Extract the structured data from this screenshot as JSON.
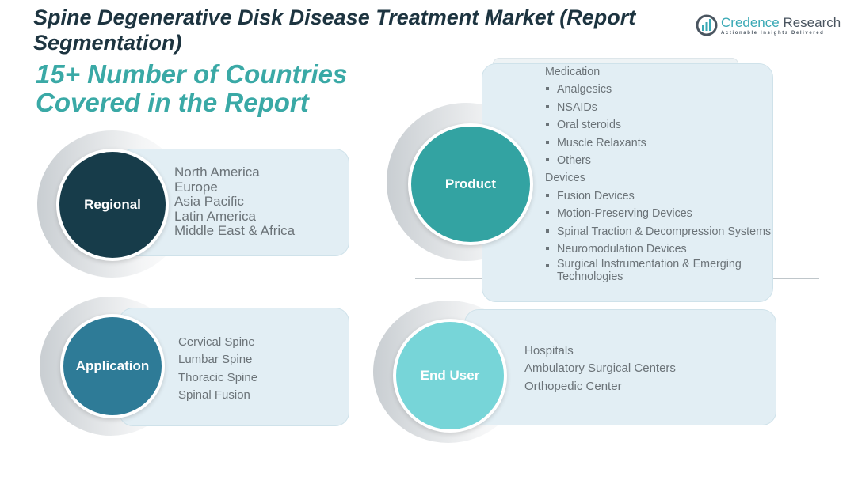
{
  "title": "Spine Degenerative Disk Disease Treatment Market (Report Segmentation)",
  "subtitle_line1": "15+ Number of Countries",
  "subtitle_line2": "Covered in the Report",
  "logo": {
    "name_a": "Credence",
    "name_b": " Research",
    "tagline": "Actionable Insights Delivered"
  },
  "segments": {
    "regional": {
      "label": "Regional",
      "items": [
        "North America",
        "Europe",
        "Asia Pacific",
        "Latin America",
        "Middle East & Africa"
      ]
    },
    "application": {
      "label": "Application",
      "items": [
        "Cervical Spine",
        "Lumbar Spine",
        "Thoracic Spine",
        "Spinal Fusion"
      ]
    },
    "product": {
      "label": "Product",
      "group1": "Medication",
      "items1": [
        "Analgesics",
        "NSAIDs",
        "Oral steroids",
        "Muscle Relaxants",
        "Others"
      ],
      "group2": "Devices",
      "items2": [
        "Fusion Devices",
        "Motion-Preserving Devices",
        "Spinal Traction & Decompression Systems",
        "Neuromodulation Devices",
        "Surgical Instrumentation & Emerging Technologies"
      ]
    },
    "end_user": {
      "label": "End User",
      "items": [
        "Hospitals",
        "Ambulatory Surgical Centers",
        "Orthopedic Center"
      ]
    }
  },
  "colors": {
    "regional": "#173c4a",
    "application": "#2e7b97",
    "product": "#33a3a2",
    "end_user": "#77d5d8",
    "accent": "#3aa9a6"
  }
}
